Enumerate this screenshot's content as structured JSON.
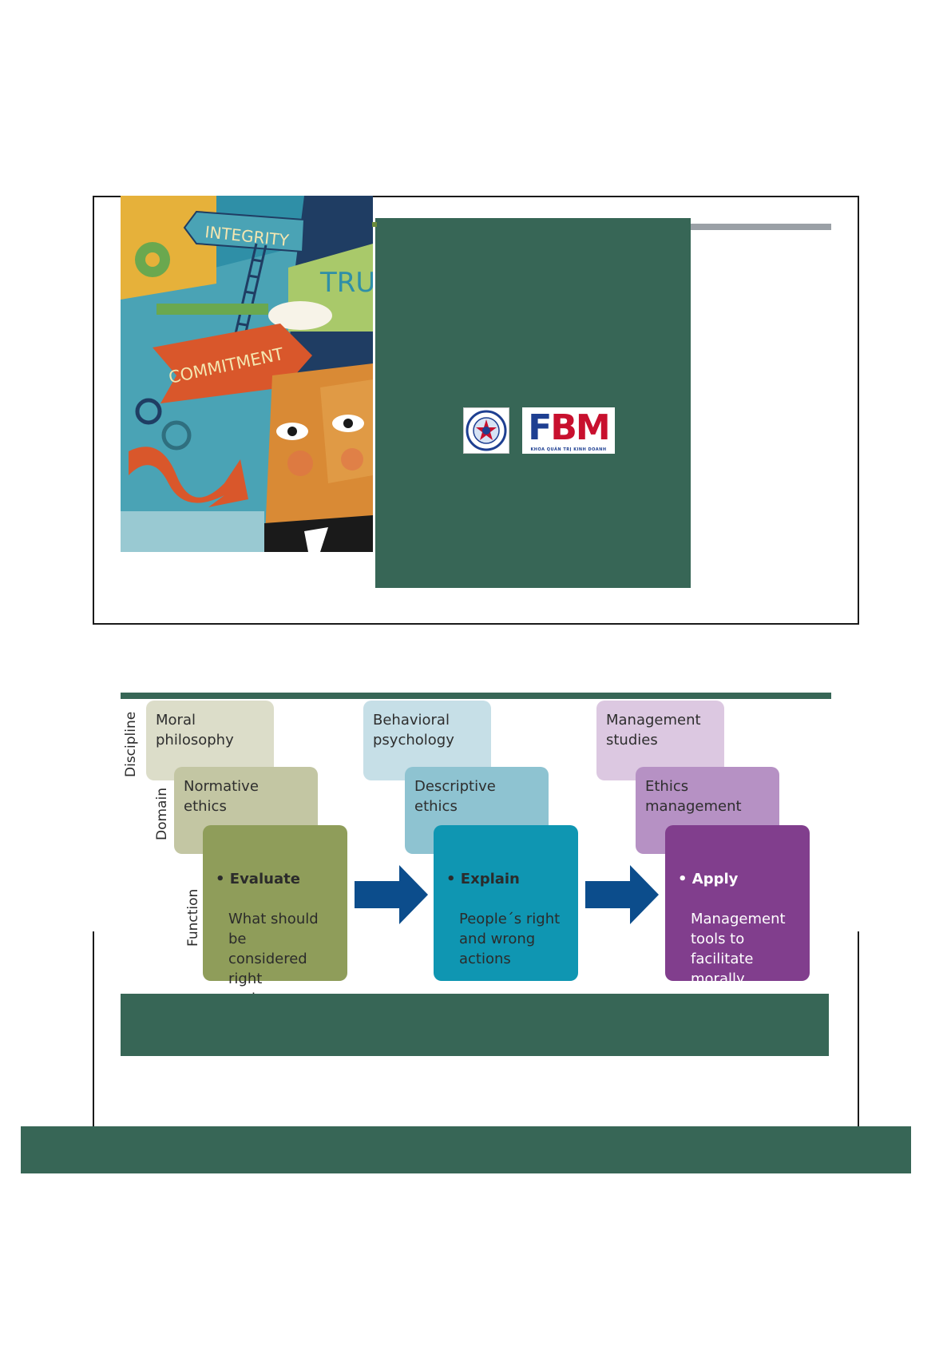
{
  "slide1": {
    "poster_words": [
      "INTEGRITY",
      "COMMITMENT",
      "TRU"
    ],
    "logo": {
      "letters": [
        "F",
        "B",
        "M"
      ],
      "subtitle": "KHOA QUẢN TRỊ KINH DOANH"
    },
    "colors": {
      "panel": "#376656",
      "rule": "#9aa0a6"
    }
  },
  "diagram": {
    "row_labels": {
      "discipline": "Discipline",
      "domain": "Domain",
      "function": "Function"
    },
    "columns": [
      {
        "discipline": "Moral\nphilosophy",
        "domain": "Normative\nethics",
        "function_title": "Evaluate",
        "function_text": "What should be\nconsidered right\nand wrong\ndecisions",
        "colors": {
          "discipline": "#dcddc9",
          "domain": "#c3c6a3",
          "function": "#8f9d5a"
        }
      },
      {
        "discipline": "Behavioral\npsychology",
        "domain": "Descriptive\nethics",
        "function_title": "Explain",
        "function_text": "People´s right\nand wrong\nactions",
        "colors": {
          "discipline": "#c6dfe7",
          "domain": "#8ec3d1",
          "function": "#0f96b2"
        }
      },
      {
        "discipline": "Management\nstudies",
        "domain": "Ethics\nmanagement",
        "function_title": "Apply",
        "function_text": "Management\ntools to facilitate\nmorally excellent\nbehavior",
        "colors": {
          "discipline": "#dcc8e1",
          "domain": "#b691c4",
          "function": "#813e8d"
        }
      }
    ],
    "arrow_color": "#0c4d8c"
  }
}
